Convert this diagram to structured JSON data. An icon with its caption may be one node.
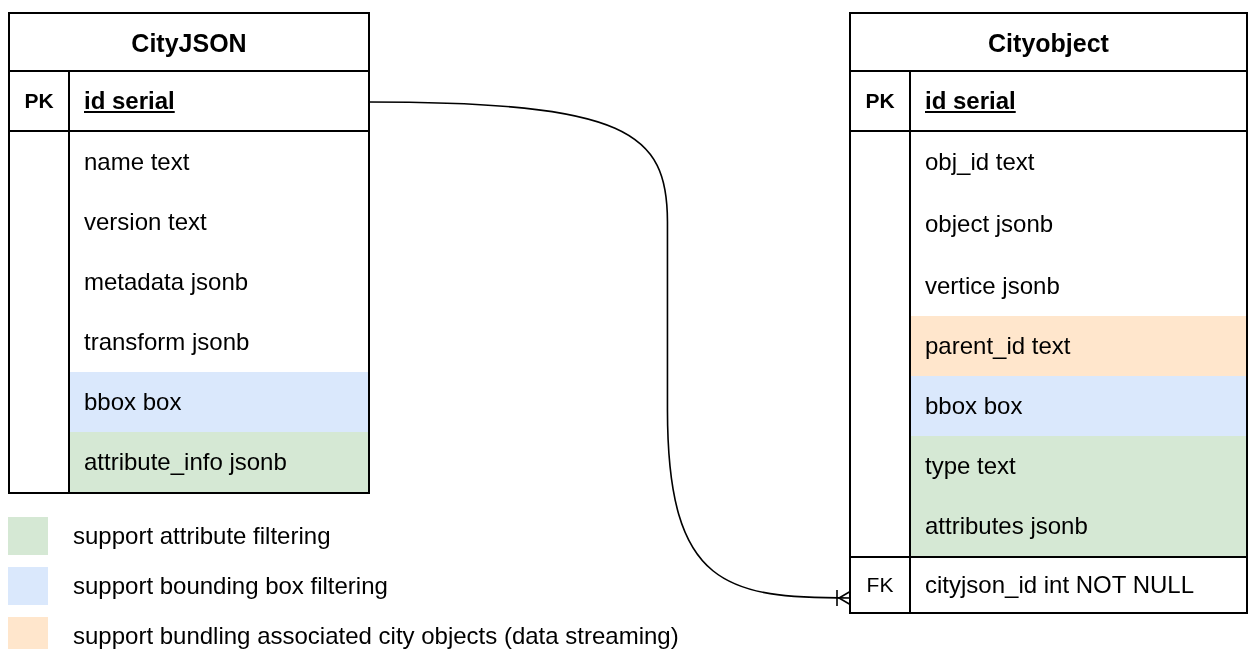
{
  "diagram": {
    "nodes": [
      {
        "text": [
          "CityJSON"
        ]
      },
      {
        "text": [
          "PK",
          "id serial"
        ],
        "in": 0
      },
      {
        "text": [
          "name text"
        ],
        "in": 0
      },
      {
        "text": [
          "version text"
        ],
        "in": 0
      },
      {
        "text": [
          "metadata jsonb"
        ],
        "in": 0
      },
      {
        "text": [
          "transform jsonb"
        ],
        "in": 0
      },
      {
        "text": [
          "bbox box"
        ],
        "in": 0
      },
      {
        "text": [
          "attribute_info jsonb"
        ],
        "in": 0
      },
      {
        "text": [
          "Cityobject"
        ]
      },
      {
        "text": [
          "PK",
          "id serial"
        ],
        "in": 8
      },
      {
        "text": [
          "obj_id text"
        ],
        "in": 8
      },
      {
        "text": [
          "object jsonb"
        ],
        "in": 8
      },
      {
        "text": [
          "vertice jsonb"
        ],
        "in": 8
      },
      {
        "text": [
          "parent_id text"
        ],
        "in": 8
      },
      {
        "text": [
          "bbox box"
        ],
        "in": 8
      },
      {
        "text": [
          "type text"
        ],
        "in": 8
      },
      {
        "text": [
          "attributes jsonb"
        ],
        "in": 8
      },
      {
        "text": [
          "FK",
          "cityjson_id int NOT NULL"
        ],
        "in": 8
      }
    ],
    "edges": [
      {
        "from": 1,
        "to": 17,
        "arrow": "other"
      }
    ],
    "legend": [
      {
        "text": "support attribute filtering",
        "color": "#d5e8d4"
      },
      {
        "text": "support bounding box filtering",
        "color": "#dae8fc"
      },
      {
        "text": "support bundling associated city objects (data streaming)",
        "color": "#ffe6cc"
      }
    ]
  }
}
